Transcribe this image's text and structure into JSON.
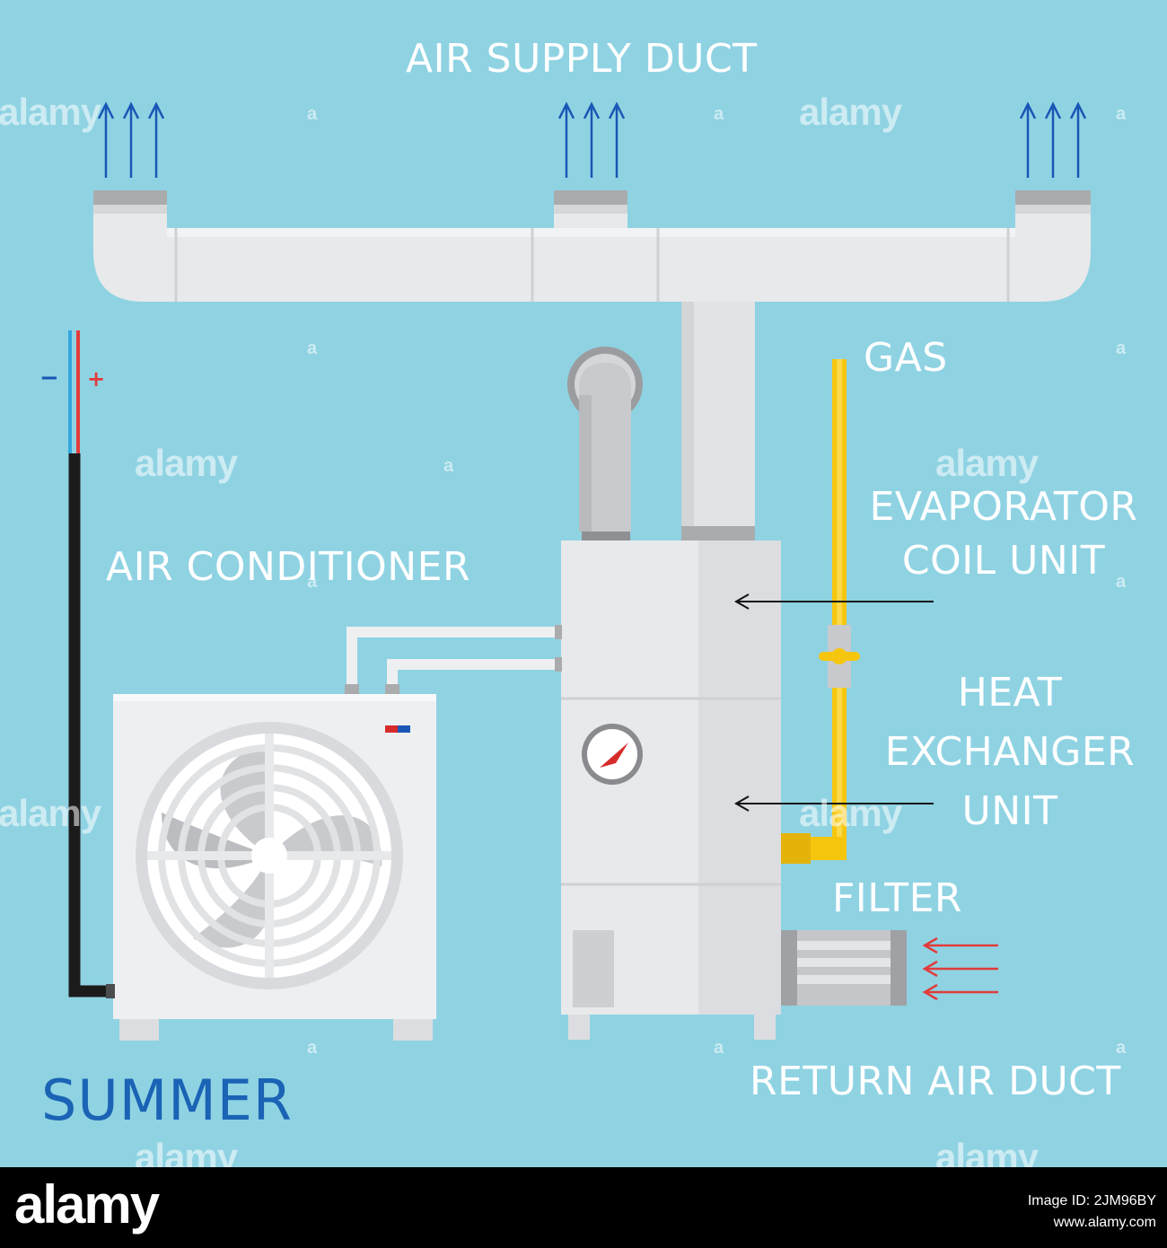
{
  "labels": {
    "air_supply_duct": "AIR SUPPLY DUCT",
    "gas": "GAS",
    "evaporator_line1": "EVAPORATOR",
    "evaporator_line2": "COIL UNIT",
    "air_conditioner": "AIR CONDITIONER",
    "heat_line1": "HEAT",
    "heat_line2": "EXCHANGER",
    "heat_line3": "UNIT",
    "filter": "FILTER",
    "return_air_duct": "RETURN AIR DUCT",
    "season": "SUMMER"
  },
  "polarity": {
    "minus": "−",
    "plus": "+"
  },
  "watermark": {
    "brand": "alamy",
    "mark": "a"
  },
  "footer": {
    "logo": "alamy",
    "image_id": "Image ID: 2JM96BY",
    "url": "www.alamy.com"
  },
  "colors": {
    "background": "#8fd3e3",
    "duct": "#e8e9eb",
    "gas_pipe": "#f6c60f",
    "airflow_arrow": "#1a56b5",
    "return_arrow": "#e53b3b",
    "season_text": "#1a63b5",
    "wire_negative": "#35a7e0",
    "wire_positive": "#e23b3b"
  }
}
